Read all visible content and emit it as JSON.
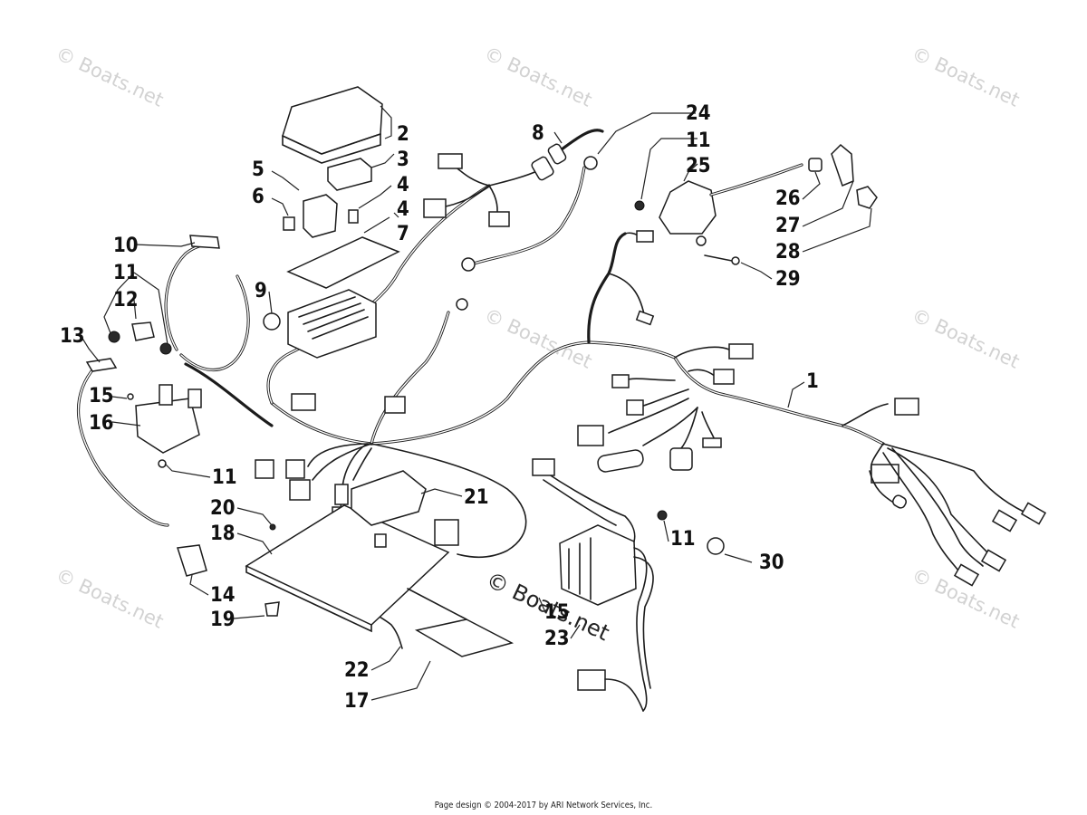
{
  "watermark": {
    "text": "© Boats.net"
  },
  "callouts": {
    "c1": "1",
    "c2": "2",
    "c3": "3",
    "c4a": "4",
    "c4b": "4",
    "c5": "5",
    "c6": "6",
    "c7": "7",
    "c8": "8",
    "c9": "9",
    "c10": "10",
    "c11a": "11",
    "c11b": "11",
    "c11c": "11",
    "c11d": "11",
    "c12": "12",
    "c13": "13",
    "c14": "14",
    "c15a": "15",
    "c15b": "15",
    "c16": "16",
    "c17": "17",
    "c18": "18",
    "c19": "19",
    "c20": "20",
    "c21": "21",
    "c22": "22",
    "c23": "23",
    "c24": "24",
    "c25": "25",
    "c26": "26",
    "c27": "27",
    "c28": "28",
    "c29": "29",
    "c30": "30"
  },
  "footer": {
    "text": "Page design © 2004-2017 by ARI Network Services, Inc."
  }
}
